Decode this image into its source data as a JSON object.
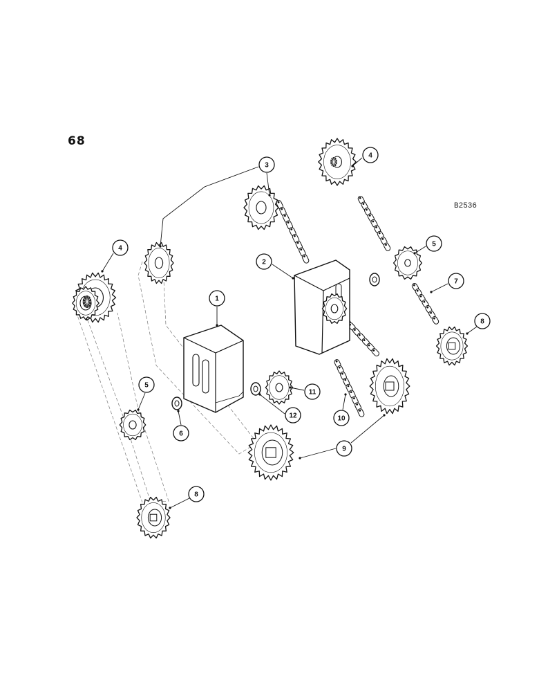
{
  "page_number": "68",
  "figure_ref": "B2536",
  "callouts": [
    {
      "id": "c1",
      "label": "1"
    },
    {
      "id": "c2",
      "label": "2"
    },
    {
      "id": "c3",
      "label": "3"
    },
    {
      "id": "c4a",
      "label": "4"
    },
    {
      "id": "c4b",
      "label": "4"
    },
    {
      "id": "c5a",
      "label": "5"
    },
    {
      "id": "c5b",
      "label": "5"
    },
    {
      "id": "c6",
      "label": "6"
    },
    {
      "id": "c7",
      "label": "7"
    },
    {
      "id": "c8a",
      "label": "8"
    },
    {
      "id": "c8b",
      "label": "8"
    },
    {
      "id": "c9",
      "label": "9"
    },
    {
      "id": "c10",
      "label": "10"
    },
    {
      "id": "c11",
      "label": "11"
    },
    {
      "id": "c12",
      "label": "12"
    }
  ],
  "colors": {
    "ink": "#111111",
    "paper": "#ffffff"
  }
}
